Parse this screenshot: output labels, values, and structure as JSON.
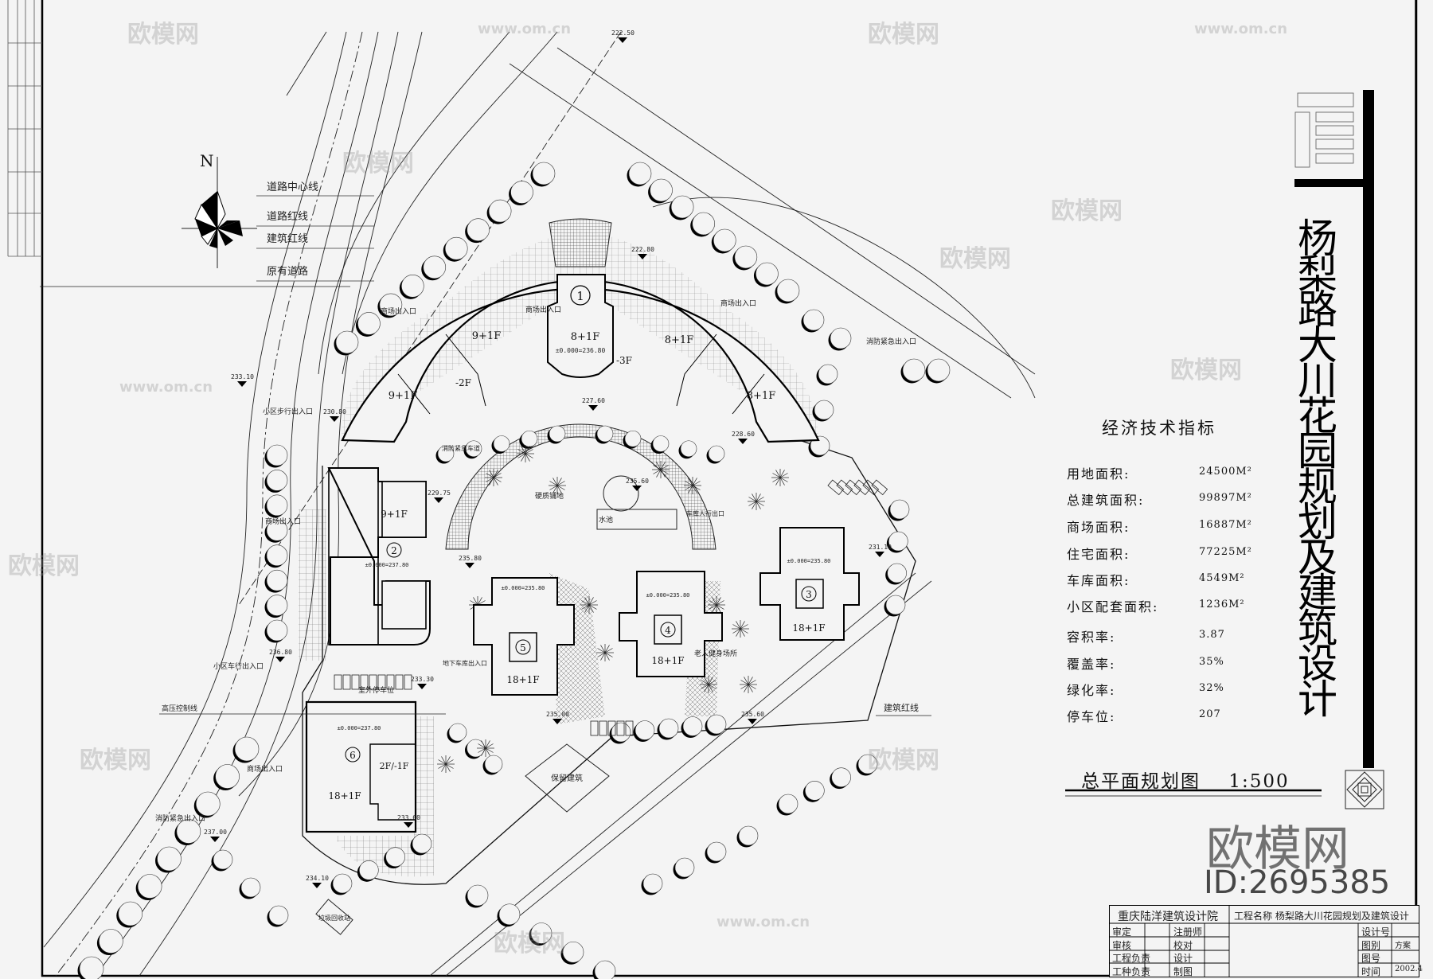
{
  "drawing": {
    "title": "杨梨路大川花园规划及建筑设计",
    "plan_title": "总平面规划图",
    "scale": "1:500"
  },
  "legend": {
    "north": "N",
    "items": [
      "道路中心线",
      "道路红线",
      "建筑红线",
      "原有道路"
    ]
  },
  "indicators": {
    "heading": "经济技术指标",
    "rows": [
      {
        "label": "用地面积:",
        "value": "24500M²"
      },
      {
        "label": "总建筑面积:",
        "value": "99897M²"
      },
      {
        "label": "商场面积:",
        "value": "16887M²"
      },
      {
        "label": "住宅面积:",
        "value": "77225M²"
      },
      {
        "label": "车库面积:",
        "value": "4549M²"
      },
      {
        "label": "小区配套面积:",
        "value": "1236M²"
      },
      {
        "label": "容积率:",
        "value": "3.87"
      },
      {
        "label": "覆盖率:",
        "value": "35%"
      },
      {
        "label": "绿化率:",
        "value": "32%"
      },
      {
        "label": "停车位:",
        "value": "207"
      }
    ]
  },
  "buildings": [
    {
      "no": "1",
      "floors": [
        "9+1F",
        "8+1F",
        "8+1F",
        "9+1F",
        "8+1F"
      ],
      "basement": [
        "-2F",
        "-3F"
      ],
      "elevation": "±0.000=236.80"
    },
    {
      "no": "2",
      "floors": [
        "9+1F"
      ],
      "elevation": "±0.000=237.80"
    },
    {
      "no": "3",
      "floors": [
        "18+1F"
      ],
      "elevation": "±0.000=235.80"
    },
    {
      "no": "4",
      "floors": [
        "18+1F"
      ],
      "elevation": "±0.000=235.80"
    },
    {
      "no": "5",
      "floors": [
        "18+1F"
      ],
      "elevation": "±0.000=235.80"
    },
    {
      "no": "6",
      "floors": [
        "18+1F",
        "2F/-1F"
      ],
      "elevation": "±0.000=237.80"
    }
  ],
  "annotations": {
    "mall_entrance": "商场出入口",
    "fire_entrance": "消防紧急出入口",
    "pedestrian_entrance": "小区步行出入口",
    "vehicle_entrance": "小区车行出入口",
    "garage_entrance": "地下车库出入口",
    "garage_ped_exit": "车库人行出口",
    "outdoor_parking": "室外停车位",
    "hv_line": "高压控制线",
    "retained_building": "保留建筑",
    "building_red_line": "建筑红线",
    "garbage": "垃圾回收站",
    "pool": "水池",
    "hard_paving": "硬质铺地",
    "elderly_fitness": "老人健身场所",
    "fire_lane": "消防紧急车道"
  },
  "elevations": [
    "222.50",
    "222.80",
    "233.10",
    "230.80",
    "229.75",
    "235.80",
    "236.80",
    "233.30",
    "237.00",
    "233.60",
    "234.10",
    "235.00",
    "235.60",
    "228.60",
    "231.10",
    "235.60",
    "227.60"
  ],
  "title_block": {
    "institute": "重庆陆洋建筑设计院",
    "project": "工程名称 杨梨路大川花园规划及建筑设计",
    "rows": [
      [
        "审定",
        "注册师",
        "设计号",
        ""
      ],
      [
        "审核",
        "校对",
        "图别",
        "方案"
      ],
      [
        "工程负责",
        "设计",
        "图号",
        ""
      ],
      [
        "工种负责",
        "制图",
        "时间",
        "2002.4"
      ]
    ]
  },
  "watermarks": {
    "brand": "欧模网",
    "site": "www.om.cn",
    "id": "ID:2695385"
  }
}
